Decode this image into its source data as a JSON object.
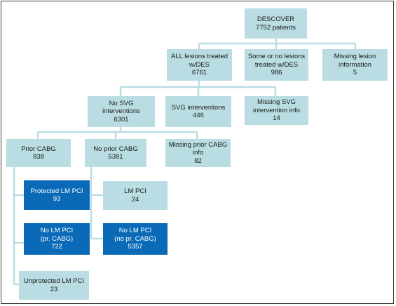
{
  "colors": {
    "light_box": "#b9dde3",
    "dark_box": "#0a6ab7",
    "connector": "#b9dde3",
    "frame_border": "#3a3a3a"
  },
  "nodes": {
    "discover": {
      "line1": "DESCOVER",
      "line2": "7752 patients",
      "line3": ""
    },
    "all_lesions_des": {
      "line1": "ALL lesions  treated",
      "line2": "w/DES",
      "line3": "6761"
    },
    "some_or_no_lesions": {
      "line1": "Some or no lesions",
      "line2": "treated w/DES",
      "line3": "986"
    },
    "missing_lesion": {
      "line1": "Missing lesion",
      "line2": "information",
      "line3": "5"
    },
    "no_svg": {
      "line1": "No SVG interventions",
      "line2": "6301",
      "line3": ""
    },
    "svg": {
      "line1": "SVG interventions",
      "line2": "446",
      "line3": ""
    },
    "missing_svg": {
      "line1": "Missing SVG",
      "line2": "intervention info",
      "line3": "14"
    },
    "prior_cabg": {
      "line1": "Prior CABG",
      "line2": "838",
      "line3": ""
    },
    "no_prior_cabg": {
      "line1": "No prior CABG",
      "line2": "5381",
      "line3": ""
    },
    "missing_prior_cabg": {
      "line1": "Missing prior CABG",
      "line2": "info",
      "line3": "82"
    },
    "protected_lm_pci": {
      "line1": "Protected LM PCI",
      "line2": "93",
      "line3": ""
    },
    "lm_pci": {
      "line1": "LM PCI",
      "line2": "24",
      "line3": ""
    },
    "no_lm_pci_prior": {
      "line1": "No LM PCI",
      "line2": "(pr. CABG)",
      "line3": "722"
    },
    "no_lm_pci_no_prior": {
      "line1": "No LM PCI",
      "line2": "(no pr. CABG)",
      "line3": "5357"
    },
    "unprotected_lm_pci": {
      "line1": "Unprotected LM PCI",
      "line2": "23",
      "line3": ""
    }
  }
}
